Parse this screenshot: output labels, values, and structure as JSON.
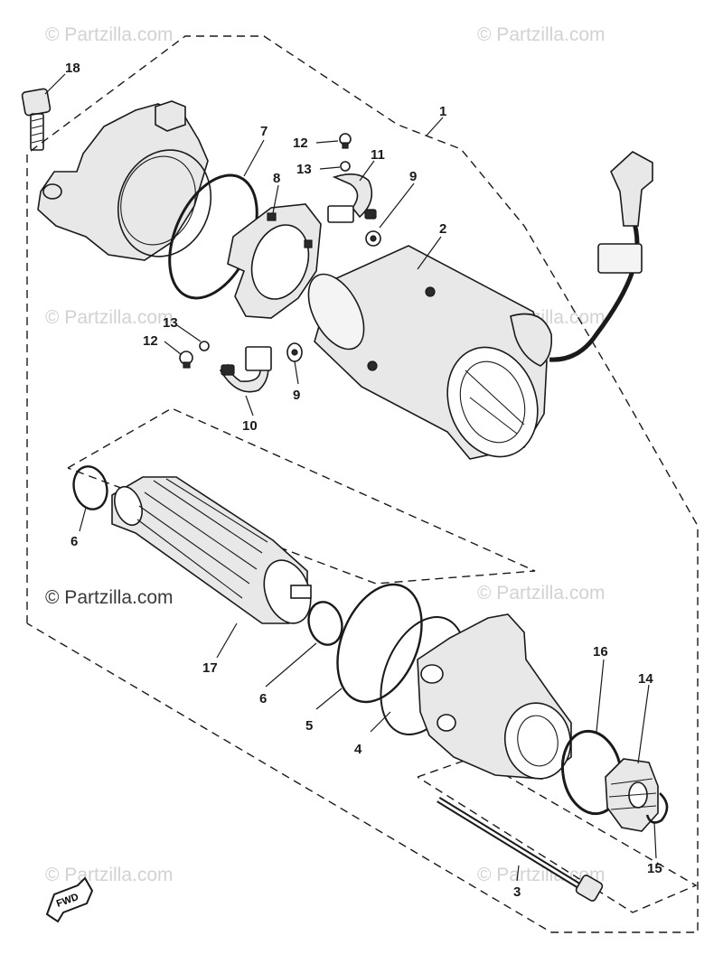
{
  "watermarks": {
    "faint_text": "© Partzilla.com",
    "prominent_text": "© Partzilla.com"
  },
  "direction_badge": {
    "label": "FWD"
  },
  "callouts": [
    {
      "id": "c1",
      "label": "1"
    },
    {
      "id": "c2",
      "label": "2"
    },
    {
      "id": "c3",
      "label": "3"
    },
    {
      "id": "c4",
      "label": "4"
    },
    {
      "id": "c5",
      "label": "5"
    },
    {
      "id": "c6a",
      "label": "6"
    },
    {
      "id": "c6b",
      "label": "6"
    },
    {
      "id": "c7",
      "label": "7"
    },
    {
      "id": "c8",
      "label": "8"
    },
    {
      "id": "c9a",
      "label": "9"
    },
    {
      "id": "c9b",
      "label": "9"
    },
    {
      "id": "c10",
      "label": "10"
    },
    {
      "id": "c11",
      "label": "11"
    },
    {
      "id": "c12a",
      "label": "12"
    },
    {
      "id": "c12b",
      "label": "12"
    },
    {
      "id": "c13a",
      "label": "13"
    },
    {
      "id": "c13b",
      "label": "13"
    },
    {
      "id": "c14",
      "label": "14"
    },
    {
      "id": "c15",
      "label": "15"
    },
    {
      "id": "c16",
      "label": "16"
    },
    {
      "id": "c17",
      "label": "17"
    },
    {
      "id": "c18",
      "label": "18"
    }
  ]
}
